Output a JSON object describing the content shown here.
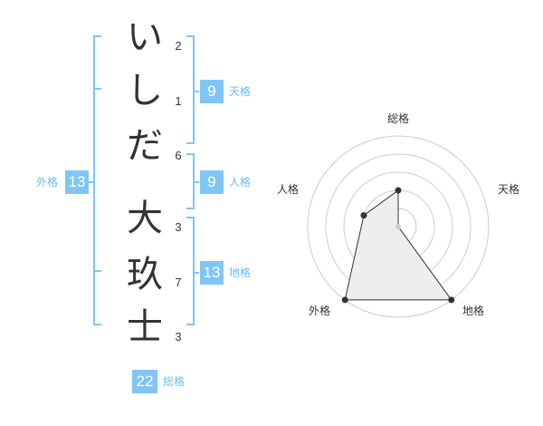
{
  "name": {
    "characters": [
      {
        "char": "い",
        "strokes": "2"
      },
      {
        "char": "し",
        "strokes": "1"
      },
      {
        "char": "だ",
        "strokes": "6"
      },
      {
        "char": "大",
        "strokes": "3"
      },
      {
        "char": "玖",
        "strokes": "7"
      },
      {
        "char": "士",
        "strokes": "3"
      }
    ]
  },
  "fortune": {
    "tenkaku": {
      "label": "天格",
      "value": "9"
    },
    "jinkaku": {
      "label": "人格",
      "value": "9"
    },
    "chikaku": {
      "label": "地格",
      "value": "13"
    },
    "gaikaku": {
      "label": "外格",
      "value": "13"
    },
    "soukaku": {
      "label": "総格",
      "value": "22"
    }
  },
  "colors": {
    "bracket": "#7fc6f5",
    "badge_bg": "#7fc6f5",
    "badge_label": "#6cbbf0",
    "text": "#333333",
    "grid": "#cccccc",
    "radar_fill": "#eeeeee"
  },
  "chart_data": {
    "type": "radar",
    "axes": [
      "総格",
      "天格",
      "地格",
      "外格",
      "人格"
    ],
    "values": [
      2,
      0,
      5,
      5,
      2
    ],
    "range": [
      0,
      5
    ],
    "rings": 5
  }
}
